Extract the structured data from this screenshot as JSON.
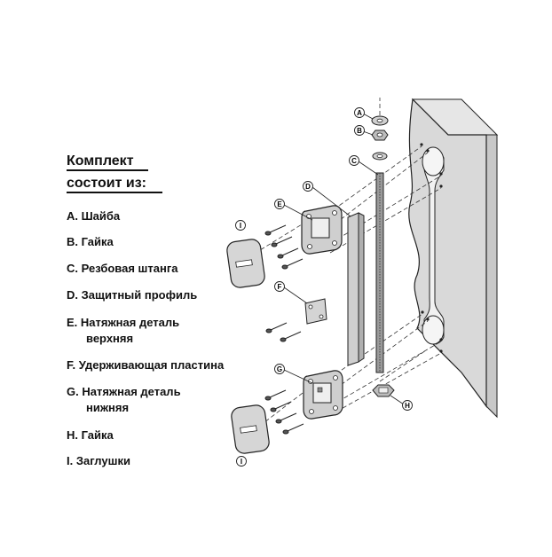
{
  "legend": {
    "title_line1": "Комплект",
    "title_line2": "состоит из:",
    "items": [
      {
        "line1": "A. Шайба",
        "line2": ""
      },
      {
        "line1": "B. Гайка",
        "line2": ""
      },
      {
        "line1": "C. Резбовая штанга",
        "line2": ""
      },
      {
        "line1": "D. Защитный профиль",
        "line2": ""
      },
      {
        "line1": "E. Натяжная деталь",
        "line2": "верхняя"
      },
      {
        "line1": "F. Удерживающая пластина",
        "line2": ""
      },
      {
        "line1": "G. Натяжная деталь",
        "line2": "нижняя"
      },
      {
        "line1": "H. Гайка",
        "line2": ""
      },
      {
        "line1": "I. Заглушки",
        "line2": ""
      }
    ]
  },
  "callouts": {
    "a": "A",
    "b": "B",
    "c": "C",
    "d": "D",
    "e": "E",
    "f": "F",
    "g": "G",
    "h": "H",
    "i_top": "I",
    "i_bottom": "I"
  },
  "colors": {
    "door": "#d8d8d8",
    "door_side": "#c4c4c4",
    "metal": "#bdbdbd",
    "line": "#222222"
  }
}
